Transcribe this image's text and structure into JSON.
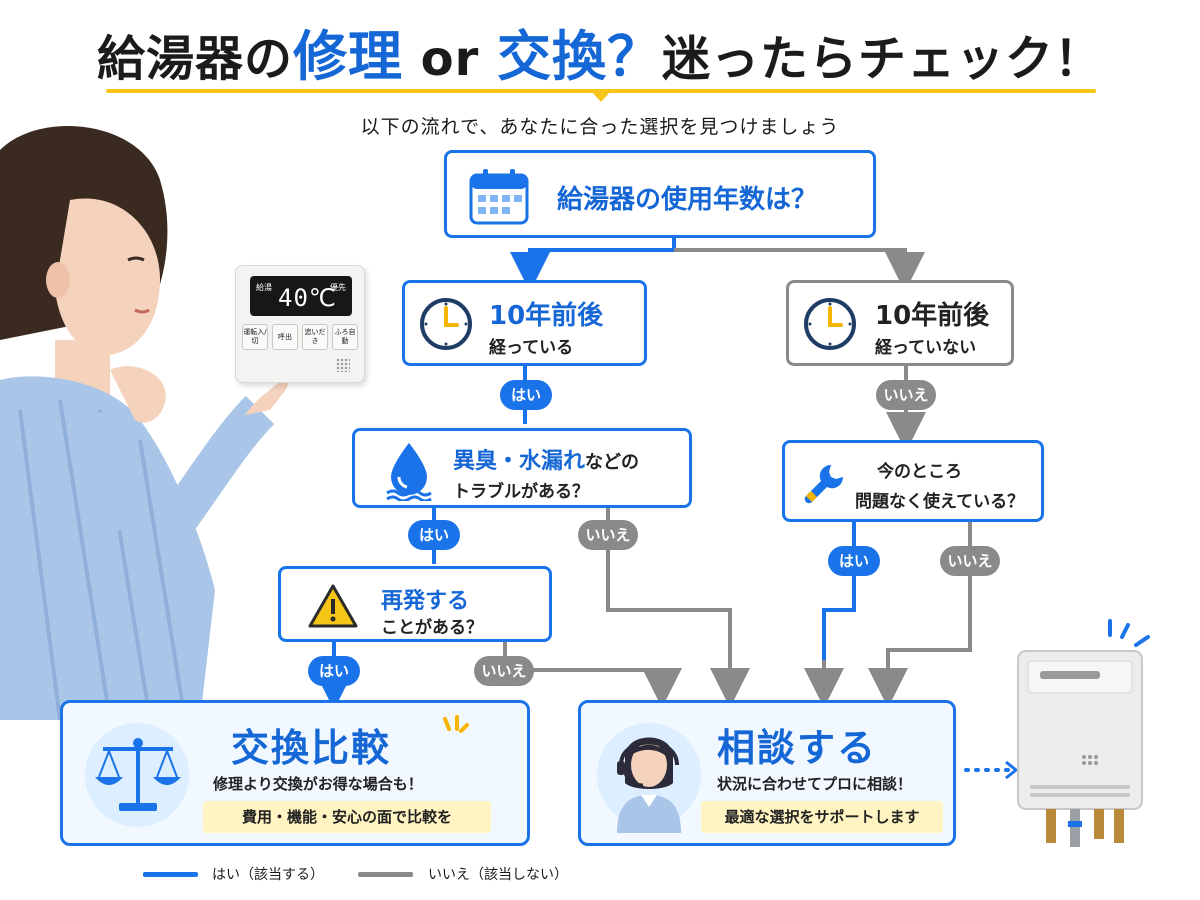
{
  "title": {
    "part1": "給湯器の",
    "highlight1": "修理",
    "part2": " or ",
    "highlight2": "交換？",
    "part3": "迷ったらチェック！"
  },
  "subtitle": "以下の流れで、あなたに合った選択を見つけましょう",
  "panel": {
    "label_left": "給湯",
    "label_right": "優先",
    "temperature": "40℃",
    "buttons": [
      "運転入/切",
      "呼出",
      "追いだき",
      "ふろ自動"
    ]
  },
  "nodes": {
    "start": {
      "text": "給湯器の使用年数は？",
      "icon": "calendar-icon"
    },
    "over10": {
      "line1": "10年前後",
      "line2": "経っている",
      "icon": "clock-icon"
    },
    "under10": {
      "line1": "10年前後",
      "line2": "経っていない",
      "icon": "clock-icon"
    },
    "trouble": {
      "line1_bold": "異臭・水漏れ",
      "line1_rest": "などの",
      "line2": "トラブルがある？",
      "icon": "water-drop-icon"
    },
    "recur": {
      "line1": "再発する",
      "line2": "ことがある？",
      "icon": "warning-icon"
    },
    "noproblem": {
      "line1": "今のところ",
      "line2": "問題なく使えている？",
      "icon": "wrench-icon"
    }
  },
  "labels": {
    "yes": "はい",
    "no": "いいえ"
  },
  "results": {
    "replace": {
      "title": "交換比較",
      "desc": "修理より交換がお得な場合も！",
      "tag": "費用・機能・安心の面で比較を",
      "icon": "scale-icon"
    },
    "consult": {
      "title": "相談する",
      "desc": "状況に合わせてプロに相談！",
      "tag": "最適な選択をサポートします",
      "icon": "operator-icon"
    }
  },
  "legend": {
    "yes": "はい（該当する）",
    "no": "いいえ（該当しない）"
  },
  "colors": {
    "yes": "#1a73e8",
    "no": "#8a8a8a",
    "accent": "#f5c518"
  }
}
